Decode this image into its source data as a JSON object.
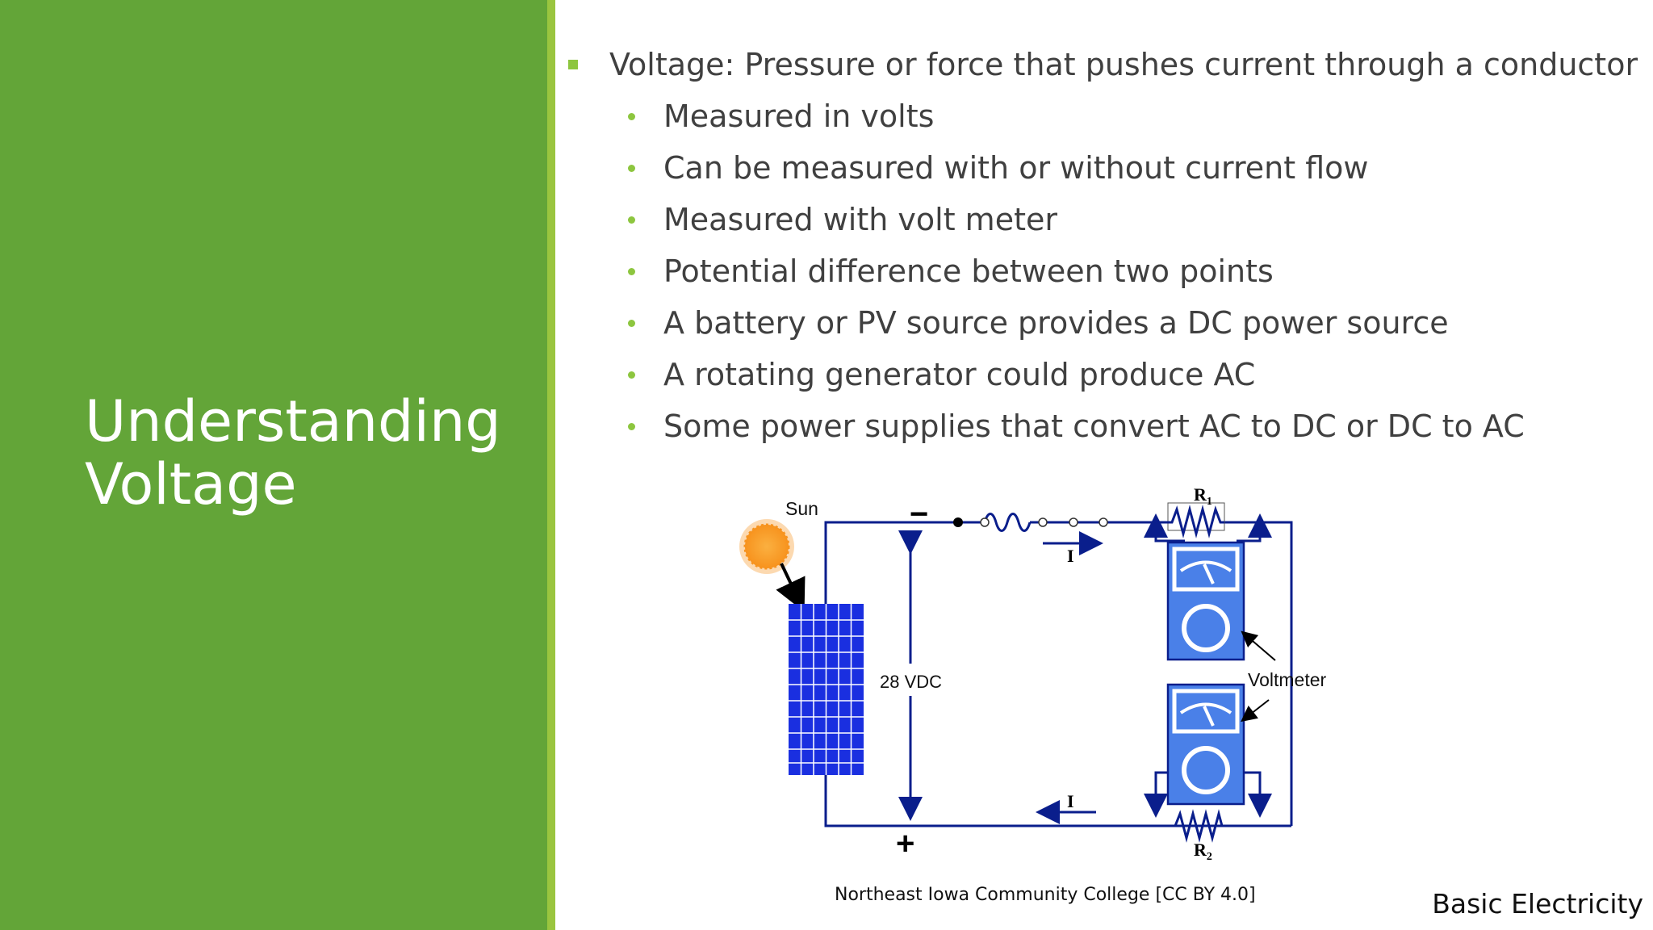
{
  "slide": {
    "title_line1": "Understanding",
    "title_line2": "Voltage",
    "footer": "Basic Electricity",
    "credit": "Northeast Iowa Community College [CC BY 4.0]"
  },
  "bullets": {
    "main": "Voltage: Pressure or force that pushes current through a conductor",
    "sub": [
      "Measured in volts",
      "Can be measured with or without current flow",
      "Measured with volt meter",
      "Potential difference between two points",
      "A battery or PV source provides a DC power source",
      "A rotating generator could produce AC",
      "Some power supplies that convert AC to DC or DC to AC"
    ]
  },
  "diagram": {
    "sun_label": "Sun",
    "minus_label": "−",
    "plus_label": "+",
    "voltage_label": "28 VDC",
    "current_label_top": "I",
    "current_label_bottom": "I",
    "r1_main": "R",
    "r1_sub": "1",
    "r2_main": "R",
    "r2_sub": "2",
    "voltmeter_label": "Voltmeter"
  },
  "colors": {
    "left_panel": "#63a538",
    "accent_bar": "#9ac53f",
    "bullet_marker": "#8dc63f",
    "wire": "#0a1e8c",
    "meter_body": "#4a80e8",
    "solar_panel": "#1a2fe0",
    "sun": "#f7931e"
  }
}
